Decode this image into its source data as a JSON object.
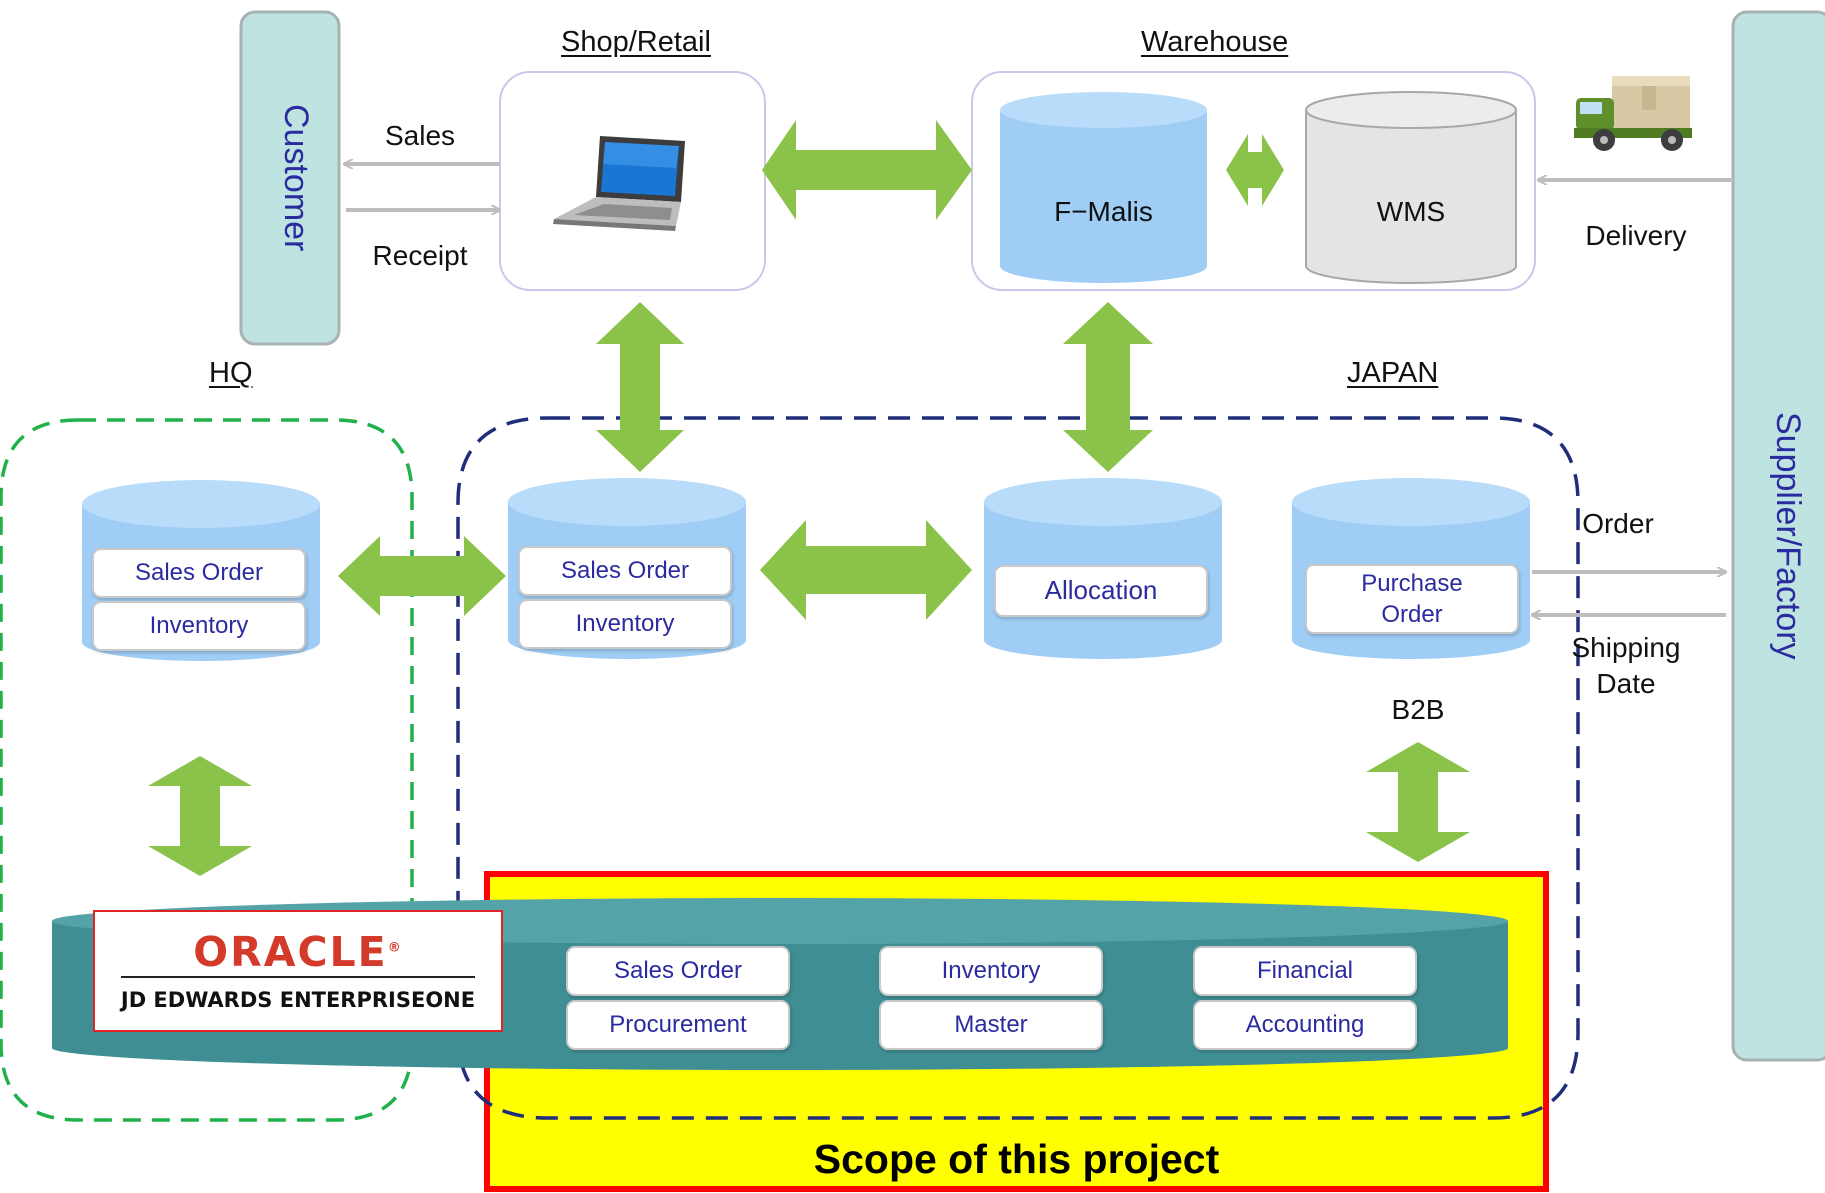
{
  "sections": {
    "shop_retail": "Shop/Retail",
    "warehouse": "Warehouse",
    "hq": "HQ",
    "japan": "JAPAN"
  },
  "actors": {
    "customer": "Customer",
    "supplier_factory": "Supplier/Factory"
  },
  "flows": {
    "sales": "Sales",
    "receipt": "Receipt",
    "delivery": "Delivery",
    "order": "Order",
    "shipping_date_line1": "Shipping",
    "shipping_date_line2": "Date",
    "b2b": "B2B"
  },
  "warehouse_systems": {
    "f_malis": "F−Malis",
    "wms": "WMS"
  },
  "hq_db": {
    "items": [
      "Sales Order",
      "Inventory"
    ]
  },
  "japan_dbs": {
    "sales_inventory": [
      "Sales Order",
      "Inventory"
    ],
    "allocation": "Allocation",
    "purchase_order_line1": "Purchase",
    "purchase_order_line2": "Order"
  },
  "erp": {
    "logo_word": "ORACLE",
    "logo_registered": "®",
    "logo_subtitle": "JD EDWARDS ENTERPRISEONE",
    "modules": [
      "Sales Order",
      "Inventory",
      "Financial",
      "Procurement",
      "Master",
      "Accounting"
    ]
  },
  "scope": {
    "label": "Scope of this project"
  },
  "icons": {
    "laptop": "laptop-icon",
    "truck": "truck-icon"
  },
  "colors": {
    "green_arrow": "#8bc34a",
    "gray_arrow": "#bdbdbd",
    "db_blue": "#9fcdf5",
    "db_gray": "#e4e4e4",
    "actor_fill": "#bfe3e1",
    "hq_border": "#20b14a",
    "japan_border": "#1f2d7a",
    "erp_teal": "#3f8e93",
    "scope_fill": "#ffff00",
    "scope_border": "#ff0000",
    "label_blue": "#2b2ba0"
  }
}
